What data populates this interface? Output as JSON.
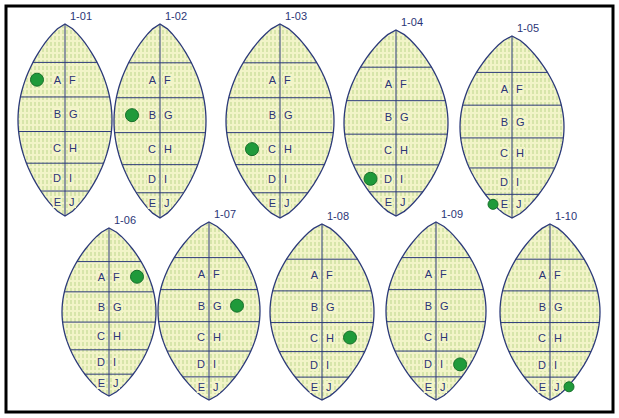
{
  "diagram": {
    "nodes": [
      {
        "text": [
          "1-01",
          "A",
          "F",
          "B",
          "G",
          "C",
          "H",
          "D",
          "I",
          "E",
          "J"
        ]
      },
      {
        "text": [
          "1-02",
          "A",
          "F",
          "B",
          "G",
          "C",
          "H",
          "D",
          "I",
          "E",
          "J"
        ]
      },
      {
        "text": [
          "1-03",
          "A",
          "F",
          "B",
          "G",
          "C",
          "H",
          "D",
          "I",
          "E",
          "J"
        ]
      },
      {
        "text": [
          "1-04",
          "A",
          "F",
          "B",
          "G",
          "C",
          "H",
          "D",
          "I",
          "E",
          "J"
        ]
      },
      {
        "text": [
          "1-05",
          "A",
          "F",
          "B",
          "G",
          "C",
          "H",
          "D",
          "I",
          "E",
          "J"
        ]
      },
      {
        "text": [
          "1-06",
          "A",
          "F",
          "B",
          "G",
          "C",
          "H",
          "D",
          "I",
          "E",
          "J"
        ]
      },
      {
        "text": [
          "1-07",
          "A",
          "F",
          "B",
          "G",
          "C",
          "H",
          "D",
          "I",
          "E",
          "J"
        ]
      },
      {
        "text": [
          "1-08",
          "A",
          "F",
          "B",
          "G",
          "C",
          "H",
          "D",
          "I",
          "E",
          "J"
        ]
      },
      {
        "text": [
          "1-09",
          "A",
          "F",
          "B",
          "G",
          "C",
          "H",
          "D",
          "I",
          "E",
          "J"
        ]
      },
      {
        "text": [
          "1-10",
          "A",
          "F",
          "B",
          "G",
          "C",
          "H",
          "D",
          "I",
          "E",
          "J"
        ]
      }
    ]
  }
}
